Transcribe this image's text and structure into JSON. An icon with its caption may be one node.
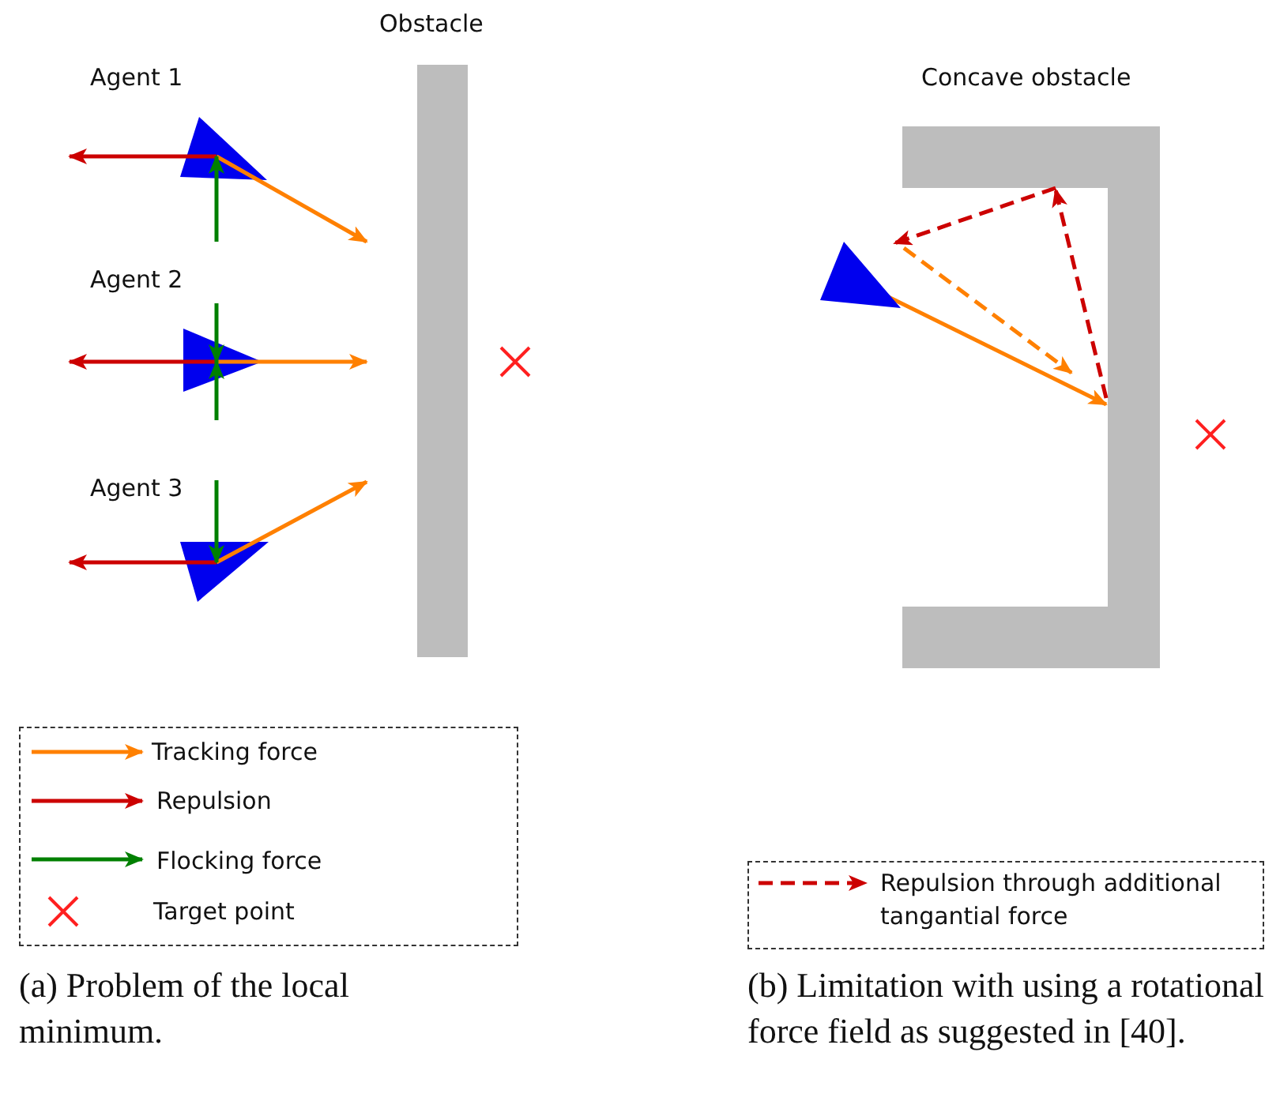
{
  "diagram": {
    "nodes": [
      {
        "text": [
          "Agent 1"
        ]
      },
      {
        "text": [
          "Agent 2"
        ]
      },
      {
        "text": [
          "Agent 3"
        ]
      },
      {
        "text": [
          "Obstacle"
        ]
      },
      {
        "text": [
          "Concave obstacle"
        ]
      },
      {
        "text": [],
        "shape": "triangle"
      }
    ],
    "edges": [
      {
        "from": 0,
        "to": null,
        "arrow": "to",
        "color": "#cc0000"
      },
      {
        "from": 0,
        "to": null,
        "arrow": "to",
        "color": "#ff8000"
      },
      {
        "from": null,
        "to": 0,
        "arrow": "to",
        "color": "#008000"
      },
      {
        "from": 1,
        "to": null,
        "arrow": "to",
        "color": "#cc0000"
      },
      {
        "from": 1,
        "to": null,
        "arrow": "to",
        "color": "#ff8000"
      },
      {
        "from": null,
        "to": 1,
        "arrow": "to",
        "color": "#008000"
      },
      {
        "from": null,
        "to": 1,
        "arrow": "to",
        "color": "#008000"
      },
      {
        "from": 2,
        "to": null,
        "arrow": "to",
        "color": "#cc0000"
      },
      {
        "from": 2,
        "to": null,
        "arrow": "to",
        "color": "#ff8000"
      },
      {
        "from": null,
        "to": 2,
        "arrow": "to",
        "color": "#008000"
      },
      {
        "from": 5,
        "to": 4,
        "arrow": "to",
        "color": "#ff8000"
      },
      {
        "from": null,
        "to": 4,
        "arrow": "to",
        "style": "dashed",
        "color": "#ff8000"
      },
      {
        "from": 4,
        "to": 4,
        "arrow": "to",
        "style": "dashed",
        "color": "#cc0000"
      },
      {
        "from": 4,
        "to": 5,
        "arrow": "to",
        "style": "dashed",
        "color": "#cc0000"
      }
    ],
    "labels": [
      "(a) Problem of the local minimum.",
      "(b) Limitation with using a rotational force field as suggested in [40]."
    ],
    "legend": [
      {
        "text": "Tracking force"
      },
      {
        "text": "Repulsion"
      },
      {
        "text": "Flocking force"
      },
      {
        "text": "Target point"
      },
      {
        "text": "Repulsion through additional tangantial force"
      }
    ]
  }
}
